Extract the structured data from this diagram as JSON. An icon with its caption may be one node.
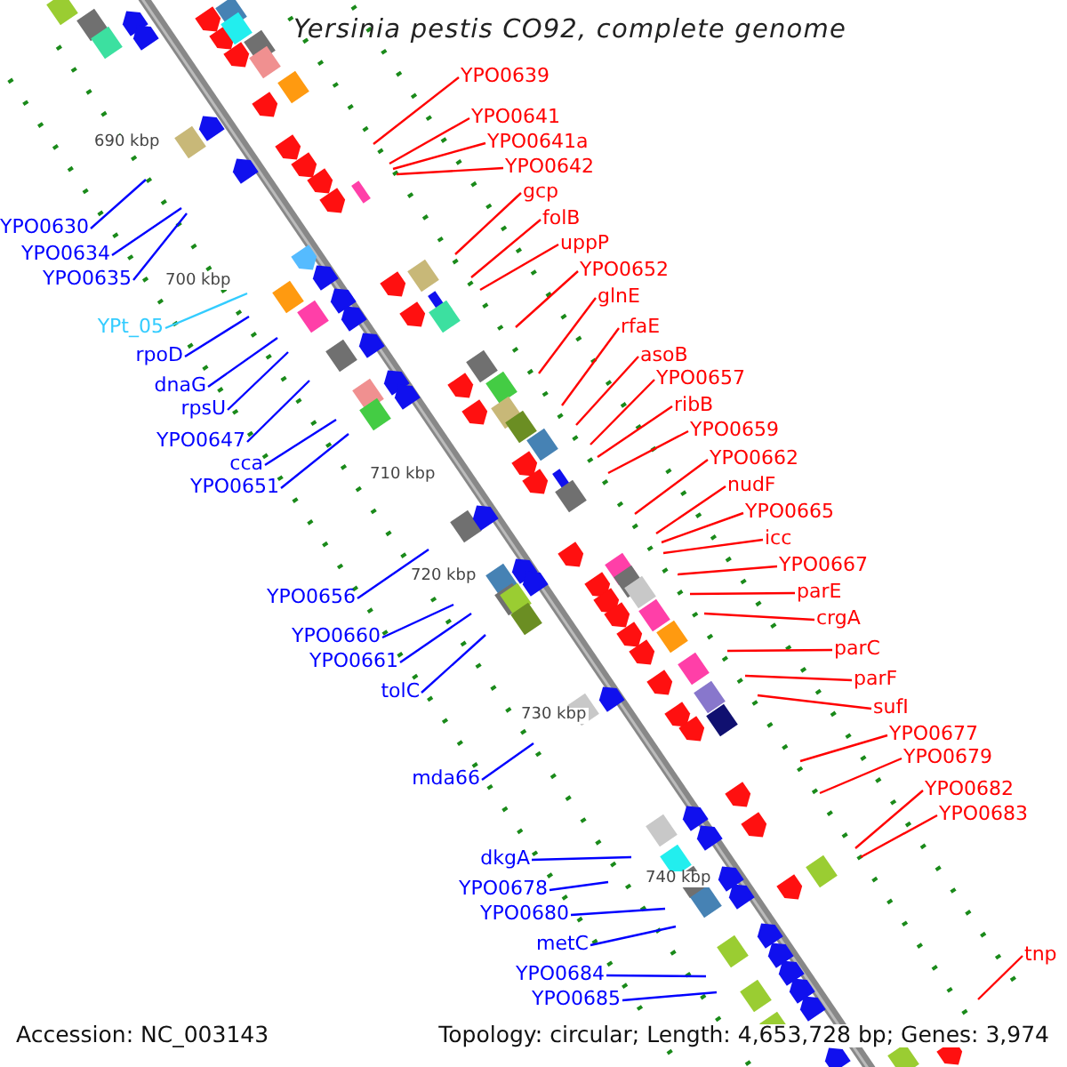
{
  "diagram": {
    "title": "Yersinia pestis CO92, complete genome",
    "nodes": [
      {
        "text": [
          "YPO0639"
        ]
      },
      {
        "text": [
          "YPO0641"
        ]
      },
      {
        "text": [
          "YPO0641a"
        ]
      },
      {
        "text": [
          "YPO0642"
        ]
      },
      {
        "text": [
          "gcp"
        ]
      },
      {
        "text": [
          "folB"
        ]
      },
      {
        "text": [
          "uppP"
        ]
      },
      {
        "text": [
          "YPO0652"
        ]
      },
      {
        "text": [
          "glnE"
        ]
      },
      {
        "text": [
          "rfaE"
        ]
      },
      {
        "text": [
          "asoB"
        ]
      },
      {
        "text": [
          "YPO0657"
        ]
      },
      {
        "text": [
          "ribB"
        ]
      },
      {
        "text": [
          "YPO0659"
        ]
      },
      {
        "text": [
          "YPO0662"
        ]
      },
      {
        "text": [
          "nudF"
        ]
      },
      {
        "text": [
          "YPO0665"
        ]
      },
      {
        "text": [
          "icc"
        ]
      },
      {
        "text": [
          "YPO0667"
        ]
      },
      {
        "text": [
          "parE"
        ]
      },
      {
        "text": [
          "crgA"
        ]
      },
      {
        "text": [
          "parC"
        ]
      },
      {
        "text": [
          "parF"
        ]
      },
      {
        "text": [
          "sufI"
        ]
      },
      {
        "text": [
          "YPO0677"
        ]
      },
      {
        "text": [
          "YPO0679"
        ]
      },
      {
        "text": [
          "YPO0682"
        ]
      },
      {
        "text": [
          "YPO0683"
        ]
      },
      {
        "text": [
          "tnp"
        ]
      },
      {
        "text": [
          "YPO0630"
        ]
      },
      {
        "text": [
          "YPO0634"
        ]
      },
      {
        "text": [
          "YPO0635"
        ]
      },
      {
        "text": [
          "YPt_05"
        ]
      },
      {
        "text": [
          "rpoD"
        ]
      },
      {
        "text": [
          "dnaG"
        ]
      },
      {
        "text": [
          "rpsU"
        ]
      },
      {
        "text": [
          "YPO0647"
        ]
      },
      {
        "text": [
          "cca"
        ]
      },
      {
        "text": [
          "YPO0651"
        ]
      },
      {
        "text": [
          "YPO0656"
        ]
      },
      {
        "text": [
          "YPO0660"
        ]
      },
      {
        "text": [
          "YPO0661"
        ]
      },
      {
        "text": [
          "tolC"
        ]
      },
      {
        "text": [
          "mda66"
        ]
      },
      {
        "text": [
          "dkgA"
        ]
      },
      {
        "text": [
          "YPO0678"
        ]
      },
      {
        "text": [
          "YPO0680"
        ]
      },
      {
        "text": [
          "metC"
        ]
      },
      {
        "text": [
          "YPO0684"
        ]
      },
      {
        "text": [
          "YPO0685"
        ]
      }
    ],
    "edges": [
      {
        "from": 0,
        "to": null,
        "arrow": "none"
      },
      {
        "from": 1,
        "to": null,
        "arrow": "none"
      },
      {
        "from": 2,
        "to": null,
        "arrow": "none"
      },
      {
        "from": 3,
        "to": null,
        "arrow": "none"
      },
      {
        "from": 4,
        "to": null,
        "arrow": "none"
      },
      {
        "from": 5,
        "to": null,
        "arrow": "none"
      },
      {
        "from": 6,
        "to": null,
        "arrow": "none"
      },
      {
        "from": 7,
        "to": null,
        "arrow": "none"
      },
      {
        "from": 8,
        "to": null,
        "arrow": "none"
      },
      {
        "from": 9,
        "to": null,
        "arrow": "none"
      },
      {
        "from": 10,
        "to": null,
        "arrow": "none"
      },
      {
        "from": 11,
        "to": null,
        "arrow": "none"
      },
      {
        "from": 12,
        "to": null,
        "arrow": "none"
      },
      {
        "from": 13,
        "to": null,
        "arrow": "none"
      },
      {
        "from": 14,
        "to": null,
        "arrow": "none"
      },
      {
        "from": 15,
        "to": null,
        "arrow": "none"
      },
      {
        "from": 16,
        "to": null,
        "arrow": "none"
      },
      {
        "from": 17,
        "to": null,
        "arrow": "none"
      },
      {
        "from": 18,
        "to": null,
        "arrow": "none"
      },
      {
        "from": 19,
        "to": null,
        "arrow": "none"
      },
      {
        "from": 20,
        "to": null,
        "arrow": "none"
      },
      {
        "from": 21,
        "to": null,
        "arrow": "none"
      },
      {
        "from": 22,
        "to": null,
        "arrow": "none"
      },
      {
        "from": 23,
        "to": null,
        "arrow": "none"
      },
      {
        "from": 24,
        "to": null,
        "arrow": "none"
      },
      {
        "from": 25,
        "to": null,
        "arrow": "none"
      },
      {
        "from": 26,
        "to": null,
        "arrow": "none"
      },
      {
        "from": 27,
        "to": null,
        "arrow": "none"
      },
      {
        "from": 28,
        "to": null,
        "arrow": "none"
      },
      {
        "from": 29,
        "to": null,
        "arrow": "none",
        "color": "#0000ff"
      },
      {
        "from": 30,
        "to": null,
        "arrow": "none",
        "color": "#0000ff"
      },
      {
        "from": 31,
        "to": null,
        "arrow": "none",
        "color": "#0000ff"
      },
      {
        "from": 32,
        "to": null,
        "arrow": "none",
        "color": "#33ccff"
      },
      {
        "from": 33,
        "to": null,
        "arrow": "none",
        "color": "#0000ff"
      },
      {
        "from": 34,
        "to": null,
        "arrow": "none",
        "color": "#0000ff"
      },
      {
        "from": 35,
        "to": null,
        "arrow": "none",
        "color": "#0000ff"
      },
      {
        "from": 36,
        "to": null,
        "arrow": "none",
        "color": "#0000ff"
      },
      {
        "from": 37,
        "to": null,
        "arrow": "none",
        "color": "#0000ff"
      },
      {
        "from": 38,
        "to": null,
        "arrow": "none",
        "color": "#0000ff"
      },
      {
        "from": 39,
        "to": null,
        "arrow": "none",
        "color": "#0000ff"
      },
      {
        "from": 40,
        "to": null,
        "arrow": "none",
        "color": "#0000ff"
      },
      {
        "from": 41,
        "to": null,
        "arrow": "none",
        "color": "#0000ff"
      },
      {
        "from": 42,
        "to": null,
        "arrow": "none",
        "color": "#0000ff"
      },
      {
        "from": 43,
        "to": null,
        "arrow": "none",
        "color": "#0000ff"
      },
      {
        "from": 44,
        "to": null,
        "arrow": "none",
        "color": "#0000ff"
      },
      {
        "from": 45,
        "to": null,
        "arrow": "none",
        "color": "#0000ff"
      },
      {
        "from": 46,
        "to": null,
        "arrow": "none",
        "color": "#0000ff"
      },
      {
        "from": 47,
        "to": null,
        "arrow": "none",
        "color": "#0000ff"
      },
      {
        "from": 48,
        "to": null,
        "arrow": "none",
        "color": "#0000ff"
      },
      {
        "from": 49,
        "to": null,
        "arrow": "none",
        "color": "#0000ff"
      }
    ],
    "labels": [
      "690 kbp",
      "700 kbp",
      "710 kbp",
      "720 kbp",
      "730 kbp",
      "740 kbp",
      "Accession: NC_003143",
      "Topology: circular; Length: 4,653,728 bp; Genes: 3,974"
    ]
  }
}
